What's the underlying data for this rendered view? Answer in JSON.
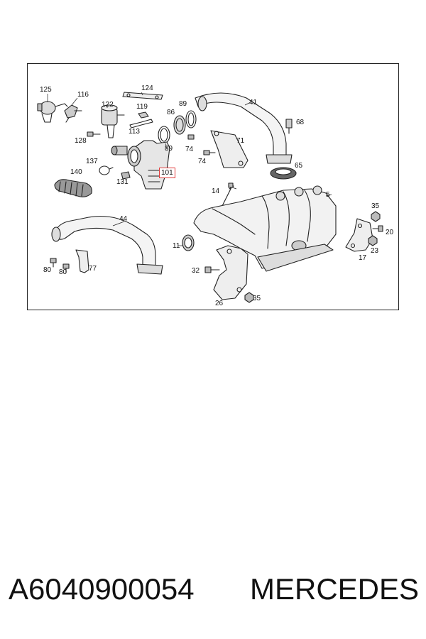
{
  "diagram": {
    "highlight_color": "#e23b3b",
    "callouts": [
      {
        "id": "125",
        "text": "125"
      },
      {
        "id": "116",
        "text": "116"
      },
      {
        "id": "124",
        "text": "124"
      },
      {
        "id": "122",
        "text": "122"
      },
      {
        "id": "119",
        "text": "119"
      },
      {
        "id": "89a",
        "text": "89"
      },
      {
        "id": "86",
        "text": "86"
      },
      {
        "id": "41",
        "text": "41"
      },
      {
        "id": "68",
        "text": "68"
      },
      {
        "id": "113",
        "text": "113"
      },
      {
        "id": "128",
        "text": "128"
      },
      {
        "id": "89b",
        "text": "89"
      },
      {
        "id": "74a",
        "text": "74"
      },
      {
        "id": "71",
        "text": "71"
      },
      {
        "id": "74b",
        "text": "74"
      },
      {
        "id": "137",
        "text": "137"
      },
      {
        "id": "101",
        "text": "101"
      },
      {
        "id": "65",
        "text": "65"
      },
      {
        "id": "140",
        "text": "140"
      },
      {
        "id": "131",
        "text": "131"
      },
      {
        "id": "14",
        "text": "14"
      },
      {
        "id": "5",
        "text": "5"
      },
      {
        "id": "44",
        "text": "44"
      },
      {
        "id": "35a",
        "text": "35"
      },
      {
        "id": "20",
        "text": "20"
      },
      {
        "id": "11",
        "text": "11"
      },
      {
        "id": "23",
        "text": "23"
      },
      {
        "id": "17",
        "text": "17"
      },
      {
        "id": "80a",
        "text": "80"
      },
      {
        "id": "80b",
        "text": "80"
      },
      {
        "id": "77",
        "text": "77"
      },
      {
        "id": "32",
        "text": "32"
      },
      {
        "id": "35b",
        "text": "35"
      },
      {
        "id": "26",
        "text": "26"
      }
    ]
  },
  "caption": {
    "part_number": "A6040900054",
    "brand": "MERCEDES"
  }
}
